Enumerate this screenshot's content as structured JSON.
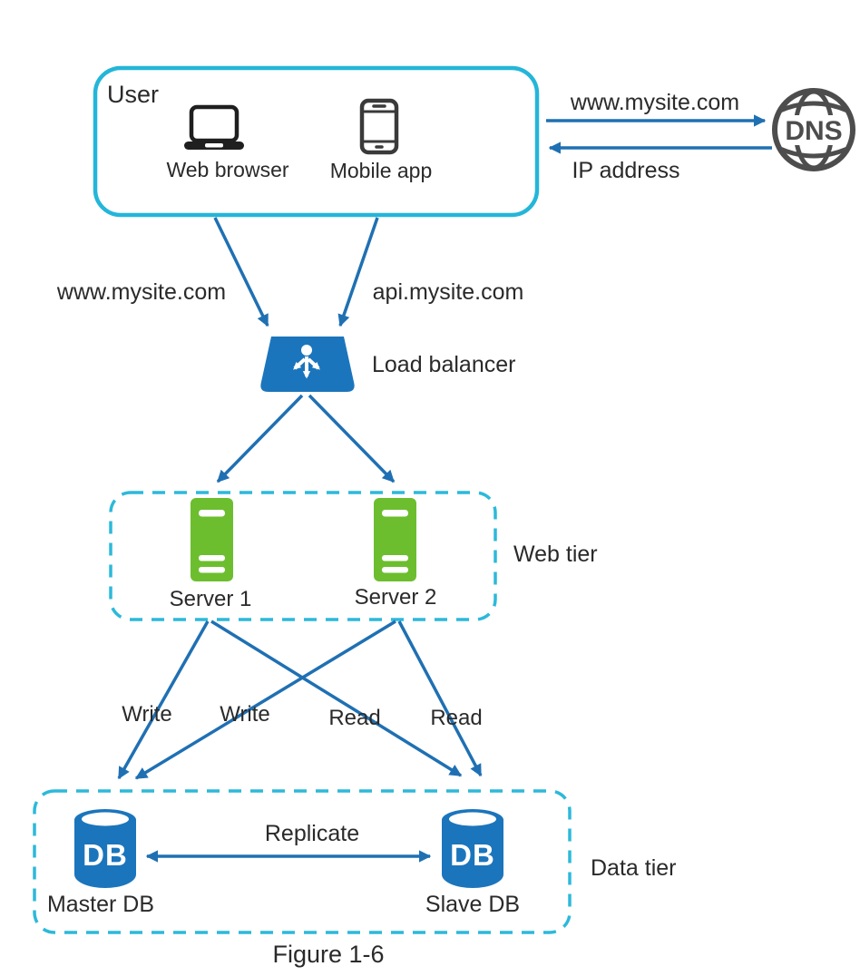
{
  "colors": {
    "accent_cyan": "#2cb9da",
    "arrow_blue": "#1f70b3",
    "node_blue": "#1b75bc",
    "server_green": "#6cbe2e",
    "icon_dark_gray": "#4d4d4d",
    "text": "#2a2a2a"
  },
  "user_group": {
    "title": "User",
    "devices": [
      {
        "icon": "laptop-icon",
        "label": "Web browser"
      },
      {
        "icon": "smartphone-icon",
        "label": "Mobile app"
      }
    ]
  },
  "dns": {
    "icon": "dns-globe-icon",
    "icon_text": "DNS",
    "request_label": "www.mysite.com",
    "response_label": "IP address"
  },
  "routing": {
    "web_label": "www.mysite.com",
    "api_label": "api.mysite.com"
  },
  "load_balancer": {
    "icon": "load-balancer-icon",
    "label": "Load balancer"
  },
  "web_tier": {
    "label": "Web tier",
    "servers": [
      {
        "icon": "server-icon",
        "label": "Server 1"
      },
      {
        "icon": "server-icon",
        "label": "Server 2"
      }
    ]
  },
  "data_ops": {
    "labels": [
      "Write",
      "Write",
      "Read",
      "Read"
    ]
  },
  "data_tier": {
    "label": "Data tier",
    "replicate_label": "Replicate",
    "databases": [
      {
        "icon": "database-icon",
        "icon_text": "DB",
        "label": "Master DB"
      },
      {
        "icon": "database-icon",
        "icon_text": "DB",
        "label": "Slave DB"
      }
    ]
  },
  "caption": "Figure 1-6"
}
